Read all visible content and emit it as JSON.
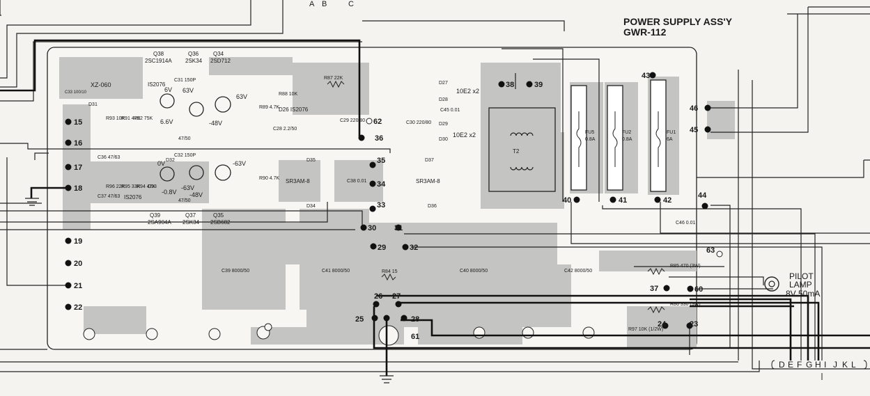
{
  "title": {
    "line1": "POWER SUPPLY ASS'Y",
    "line2": "GWR-112"
  },
  "top_letters": [
    "A",
    "B",
    "C"
  ],
  "bottom_letters": [
    "D",
    "E",
    "F",
    "G",
    "H",
    "I",
    "J",
    "K",
    "L"
  ],
  "terminals": [
    "15",
    "16",
    "17",
    "18",
    "19",
    "20",
    "21",
    "22",
    "23",
    "24",
    "25",
    "26",
    "27",
    "28",
    "29",
    "30",
    "31",
    "32",
    "33",
    "34",
    "35",
    "36",
    "37",
    "38",
    "39",
    "40",
    "41",
    "42",
    "43",
    "44",
    "45",
    "46",
    "60",
    "61",
    "62",
    "63"
  ],
  "pilot_lamp": {
    "line1": "PILOT",
    "line2": "LAMP",
    "line3": "8V 50mA"
  },
  "transistors": {
    "q38": "Q38",
    "q38_type": "2SC1914A",
    "q36": "Q36",
    "q36_type": "2SK34",
    "q34": "Q34",
    "q34_type": "2SD712",
    "q39": "Q39",
    "q39_type": "2SA904A",
    "q37": "Q37",
    "q37_type": "2SK34",
    "q35": "Q35",
    "q35_type": "2SB682"
  },
  "components": {
    "xz": "XZ-060",
    "is2076_a": "IS2076",
    "is2076_b": "IS2076",
    "is2076_c": "IS2076",
    "c31": "C31 150P",
    "c32": "C32 150P",
    "c33": "C33 100/10",
    "c36": "C36 47/63",
    "c37": "C37 47/63",
    "c28": "C28 2.2/50",
    "c47": "47/50",
    "c47b": "47/50",
    "c29": "C29 220/80",
    "c30": "C30 220/80",
    "c45": "C45 0.01",
    "c46": "C46 0.01",
    "c38": "C38 0.01",
    "c39": "C39 8000/50",
    "c41": "C41 8000/50",
    "c40": "C40 8000/50",
    "c42": "C42 8000/50",
    "r88": "R88 10K",
    "r87": "R87 22K",
    "r89": "R89 4.7K",
    "r90": "R90 4.7K",
    "r91": "R91 47K",
    "r92": "R92 75K",
    "r93": "R93 10K",
    "r94": "R94 47K",
    "r95": "R95 33K",
    "r96": "R96 22K",
    "r84": "R84 15",
    "r85": "R85 470 (3W)",
    "r86": "R86 330 (3W)",
    "r97": "R97 10K (1/2W)",
    "d27": "D27",
    "d28": "D28",
    "d29": "D29",
    "d30": "D30",
    "d31": "D31",
    "d32": "D32",
    "d33": "D33",
    "d34": "D34",
    "d35": "D35",
    "d36": "D36",
    "d37": "D37",
    "d26": "D26 IS2076",
    "bridge1": "SR3AM-8",
    "bridge2": "SR3AM-8",
    "diode_pack1": "10E2 x2",
    "diode_pack2": "10E2 x2",
    "t2": "T2",
    "fu5": "FU5",
    "fu5_val": "0.8A",
    "fu2": "FU2",
    "fu2_val": "0.8A",
    "fu1": "FU1",
    "fu1_val": "6A"
  },
  "voltages": {
    "v6": "6V",
    "v66": "6.6V",
    "v63a": "63V",
    "v63b": "63V",
    "v48": "-48V",
    "v0": "0V",
    "vn63a": "-63V",
    "vn63b": "-63V",
    "vn08": "-0.8V",
    "vn48": "-48V"
  }
}
